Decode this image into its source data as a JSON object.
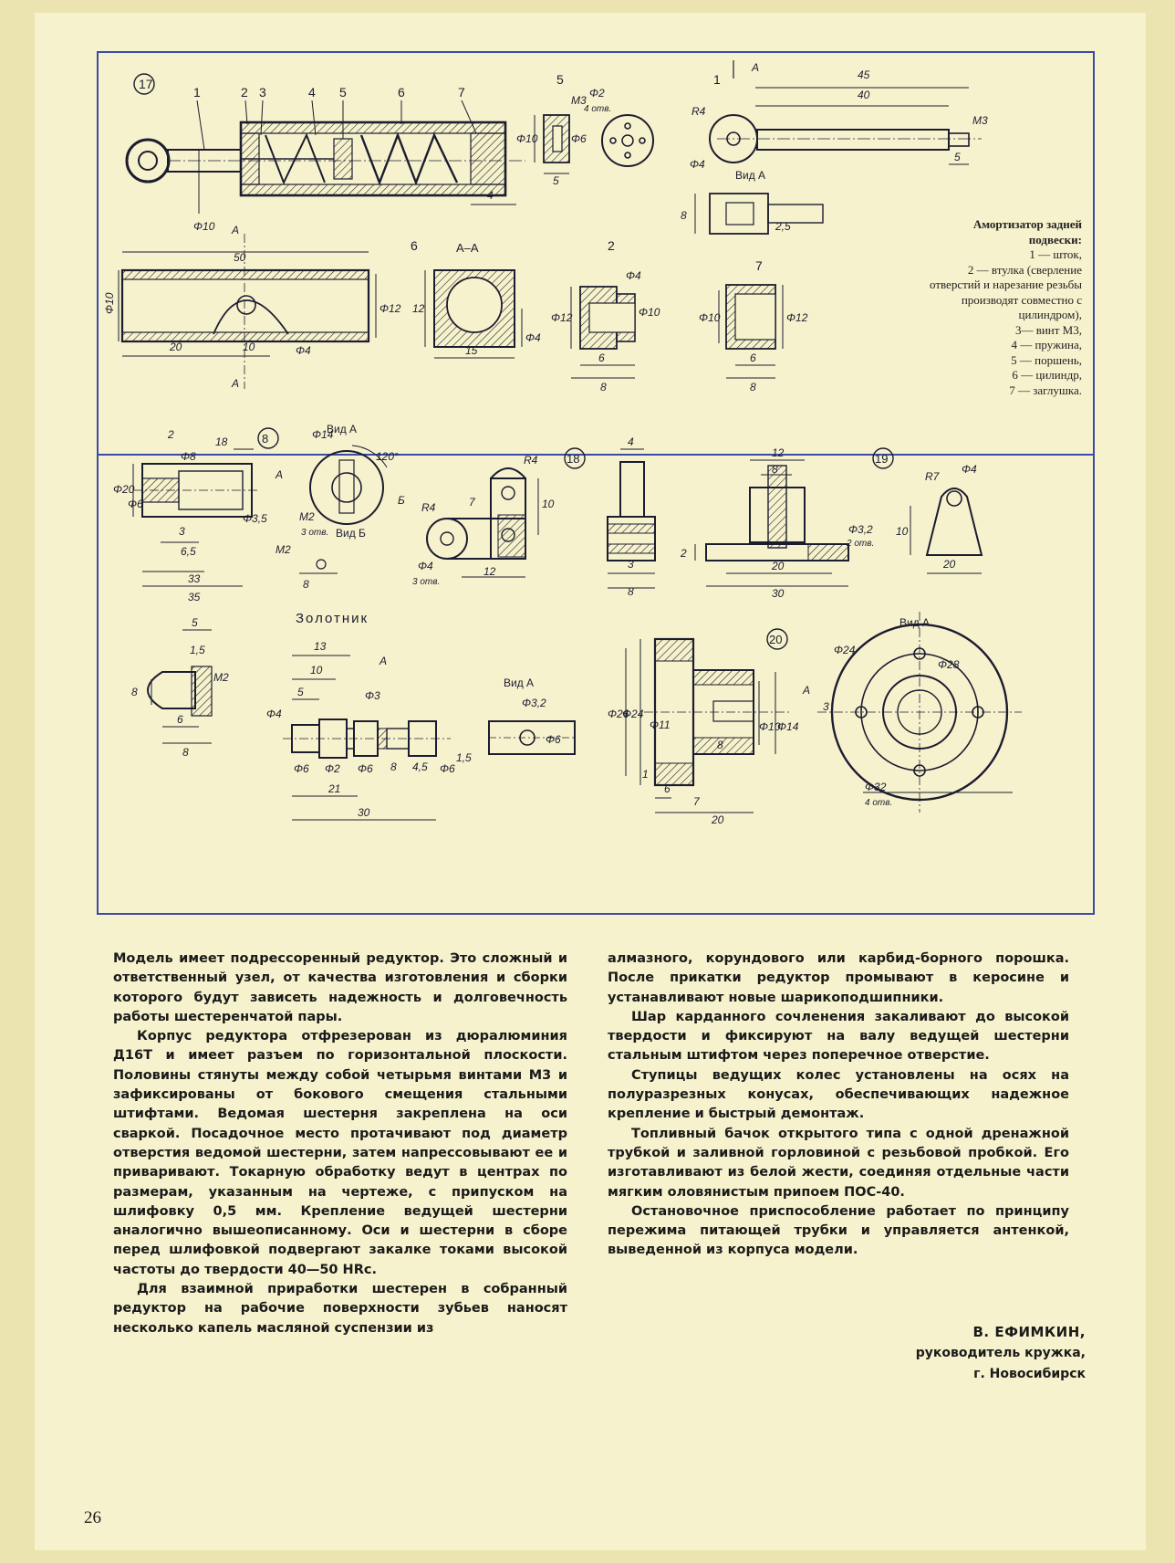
{
  "legend": {
    "title": "Амортизатор задней подвески:",
    "items": [
      "1 — шток,",
      "2 — втулка (сверление отверстий и нарезание резьбы производят совместно с цилиндром),",
      "3— винт М3,",
      "4 — пружина,",
      "5 — поршень,",
      "6 — цилиндр,",
      "7 — заглушка."
    ]
  },
  "figures": {
    "fig17": "17",
    "fig8": "8",
    "fig18": "18",
    "fig19": "19",
    "fig20": "20",
    "zolotnik": "Золотник",
    "section_aa": "А–А",
    "view_a": "Вид А",
    "view_b": "Вид Б",
    "view_a2": "Вид А"
  },
  "labels": {
    "p1": "1",
    "p2": "2",
    "p3": "3",
    "p4": "4",
    "p5": "5",
    "p6": "6",
    "p7": "7",
    "d50": "50",
    "d45": "45",
    "d40": "40",
    "d20": "20",
    "d10": "10",
    "d15": "15",
    "d12": "12",
    "d8": "8",
    "d6": "6",
    "d5": "5",
    "d4": "4",
    "phi10": "Φ10",
    "phi12": "Φ12",
    "phi4": "Φ4",
    "phi6": "Φ6",
    "phi2": "Φ2",
    "m3": "М3",
    "r4": "R4",
    "holes4": "4 отв.",
    "d18": "18",
    "d33": "33",
    "d35": "35",
    "d6_5": "6,5",
    "d3": "3",
    "d2": "2",
    "phi20": "Φ20",
    "phi8": "Φ8",
    "phi14": "Φ14",
    "phi3_5": "Φ3,5",
    "m2": "М2",
    "holes3": "3 отв.",
    "a120": "120°",
    "d7": "7",
    "d30": "30",
    "phi3_2": "Φ3,2",
    "holes2": "2 отв.",
    "r7": "R7",
    "d1_5": "1,5",
    "d13": "13",
    "d21": "21",
    "d4_5": "4,5",
    "phi3": "Φ3",
    "phi26": "Φ26",
    "phi24": "Φ24",
    "phi11": "Φ11",
    "phi28": "Φ28",
    "phi32": "Φ32",
    "d1": "1",
    "a": "А",
    "b": "Б",
    "d2_5": "2,5"
  },
  "article": {
    "left": [
      "Модель имеет подрессоренный редуктор. Это сложный и ответственный узел, от качества изготовления и сборки которого будут зависеть надежность и долговечность работы шестеренчатой пары.",
      "Корпус редуктора отфрезерован из дюралюминия Д16Т и имеет разъем по горизонтальной плоскости. Половины стянуты между собой четырьмя винтами М3 и зафиксированы от бокового смещения стальными штифтами. Ведомая шестерня закреплена на оси сваркой. Посадочное место протачивают под диаметр отверстия ведомой шестерни, затем напрессовывают ее и приваривают. Токарную обработку ведут в центрах по размерам, указанным на чертеже, с припуском на шлифовку 0,5 мм. Крепление ведущей шестерни аналогично вышеописанному. Оси и шестерни в сборе перед шлифовкой подвергают закалке токами высокой частоты до твердости 40—50 HRc.",
      "Для взаимной приработки шестерен в собранный редуктор на рабочие поверхности зубьев наносят несколько капель масляной суспензии из"
    ],
    "right": [
      "алмазного, корундового или карбид-борного порошка. После прикатки редуктор промывают в керосине и устанавливают новые шарикоподшипники.",
      "Шар карданного сочленения закаливают до высокой твердости и фиксируют на валу ведущей шестерни стальным штифтом через поперечное отверстие.",
      "Ступицы ведущих колес установлены на осях на полуразрезных конусах, обеспечивающих надежное крепление и быстрый демонтаж.",
      "Топливный бачок открытого типа с одной дренажной трубкой и заливной горловиной с резьбовой пробкой. Его изготавливают из белой жести, соединяя отдельные части мягким оловянистым припоем ПОС-40.",
      "Остановочное приспособление работает по принципу пережима питающей трубки и управляется антенкой, выведенной из корпуса модели."
    ]
  },
  "signature": {
    "author": "В. ЕФИМКИН,",
    "role": "руководитель кружка,",
    "city": "г. Новосибирск"
  },
  "page_number": "26"
}
